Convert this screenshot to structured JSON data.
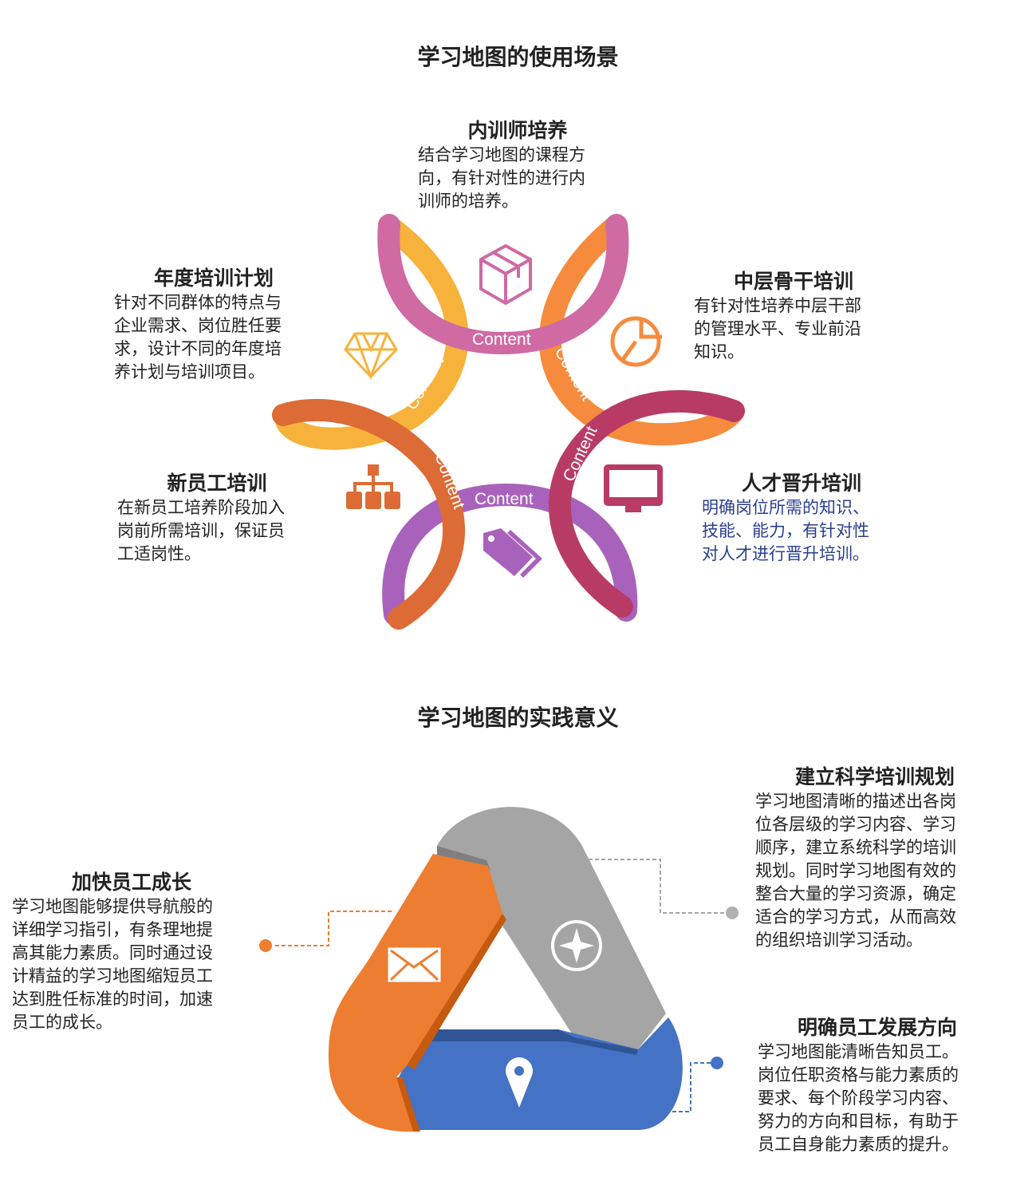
{
  "section1": {
    "title": "学习地图的使用场景",
    "ribbon_label": "Content",
    "items": [
      {
        "title": "内训师培养",
        "lines": [
          "结合学习地图的课程方",
          "向，有针对性的进行内",
          "训师的培养。"
        ],
        "icon": "box-icon"
      },
      {
        "title": "中层骨干培训",
        "lines": [
          "有针对性培养中层干部",
          "的管理水平、专业前沿",
          "知识。"
        ],
        "icon": "pie-chart-icon"
      },
      {
        "title": "人才晋升培训",
        "lines": [
          "明确岗位所需的知识、",
          "技能、能力，有针对性",
          "对人才进行晋升培训。"
        ],
        "icon": "monitor-icon"
      },
      {
        "title": "新员工培训",
        "lines": [
          "在新员工培养阶段加入",
          "岗前所需培训，保证员",
          "工适岗性。"
        ],
        "icon": "org-chart-icon"
      },
      {
        "title": "年度培训计划",
        "lines": [
          "针对不同群体的特点与",
          "企业需求、岗位胜任要",
          "求，设计不同的年度培",
          "养计划与培训项目。"
        ],
        "icon": "diamond-icon"
      }
    ],
    "colors": {
      "pink": "#cf6aa3",
      "yellow": "#f7b23b",
      "orange": "#f68b3e",
      "crimson": "#b83b66",
      "purple": "#a862bc",
      "darkorange": "#dd6b35"
    }
  },
  "section2": {
    "title": "学习地图的实践意义",
    "items": [
      {
        "title": "建立科学培训规划",
        "lines": [
          "学习地图清晰的描述出各岗",
          "位各层级的学习内容、学习",
          "顺序，建立系统科学的培训",
          "规划。同时学习地图有效的",
          "整合大量的学习资源，确定",
          "适合的学习方式，从而高效",
          "的组织培训学习活动。"
        ]
      },
      {
        "title": "加快员工成长",
        "lines": [
          "学习地图能够提供导航般的",
          "详细学习指引，有条理地提",
          "高其能力素质。同时通过设",
          "计精益的学习地图缩短员工",
          "达到胜任标准的时间，加速",
          "员工的成长。"
        ]
      },
      {
        "title": "明确员工发展方向",
        "lines": [
          "学习地图能清晰告知员工。",
          "岗位任职资格与能力素质的",
          "要求、每个阶段学习内容、",
          "努力的方向和目标，有助于",
          "员工自身能力素质的提升。"
        ]
      }
    ],
    "colors": {
      "orange": "#ed7d31",
      "gray": "#a5a5a5",
      "blue": "#4472c4"
    }
  }
}
